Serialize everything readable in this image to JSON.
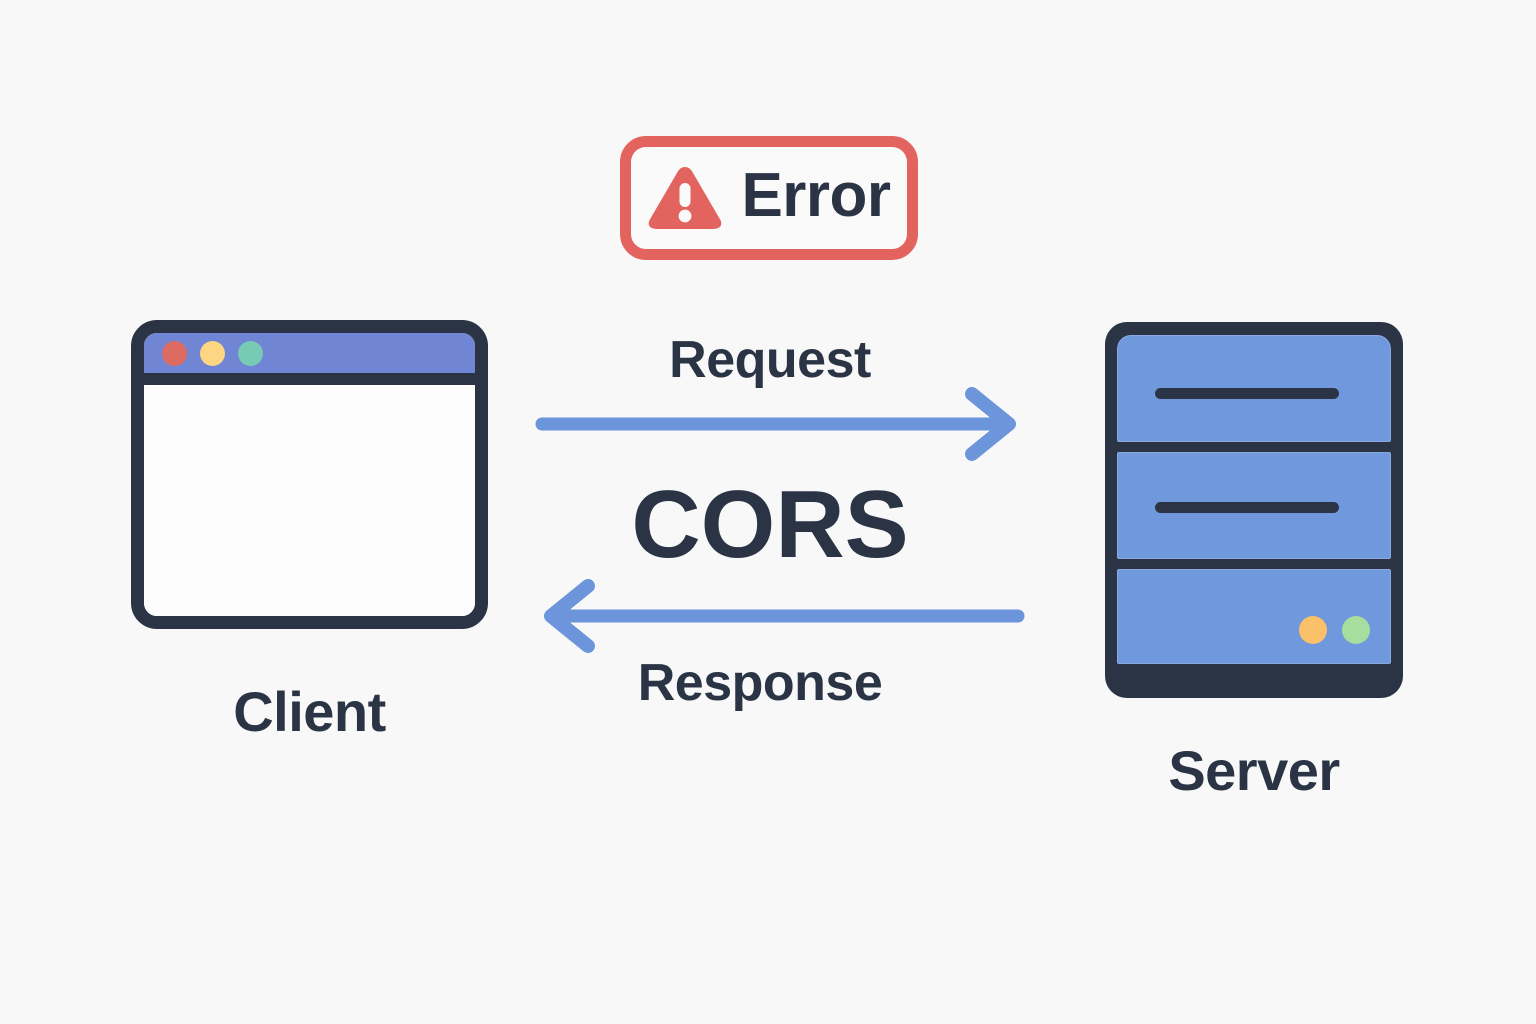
{
  "diagram": {
    "title": "CORS request and response between client and server with error",
    "background_color": "#f8f8f9",
    "center_label": "CORS",
    "nodes": {
      "client": {
        "label": "Client",
        "icon": "browser-window-icon",
        "titlebar_color": "#7086d4",
        "outline_color": "#2b3445",
        "window_dots": [
          {
            "name": "close-dot",
            "color": "#dd6b62"
          },
          {
            "name": "minimize-dot",
            "color": "#fdd684"
          },
          {
            "name": "maximize-dot",
            "color": "#77cbb5"
          }
        ]
      },
      "server": {
        "label": "Server",
        "icon": "server-rack-icon",
        "body_color": "#7099dd",
        "outline_color": "#2b3445",
        "status_dots": [
          {
            "name": "status-dot-warning",
            "color": "#fbc06a"
          },
          {
            "name": "status-dot-ok",
            "color": "#a8dda0"
          }
        ]
      }
    },
    "edges": [
      {
        "name": "request-arrow",
        "label": "Request",
        "direction": "client-to-server",
        "color": "#6d95db"
      },
      {
        "name": "response-arrow",
        "label": "Response",
        "direction": "server-to-client",
        "color": "#6d95db"
      }
    ],
    "badge": {
      "label": "Error",
      "icon": "warning-triangle-icon",
      "border_color": "#e3645f",
      "icon_color": "#e3645f",
      "text_color": "#2b3445"
    }
  }
}
